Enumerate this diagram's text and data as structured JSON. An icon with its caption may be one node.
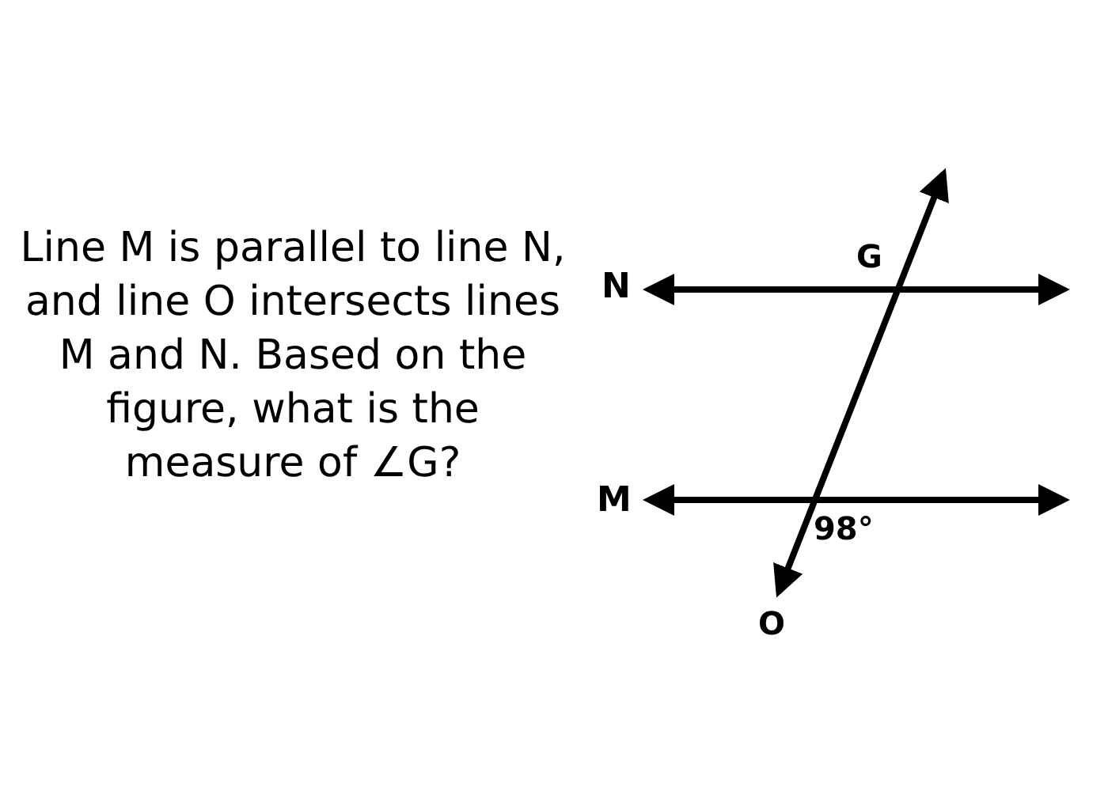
{
  "diagram": {
    "labels": [
      "Line M is parallel to line N, and line O intersects lines M and N. Based on the figure, what is the measure of ∠G?",
      "G",
      "N",
      "M",
      "98°",
      "O"
    ]
  }
}
